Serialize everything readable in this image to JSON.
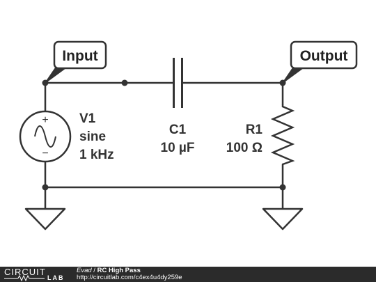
{
  "callouts": {
    "input": "Input",
    "output": "Output"
  },
  "source": {
    "name": "V1",
    "type": "sine",
    "frequency": "1 kHz",
    "plus_symbol": "+",
    "minus_symbol": "−"
  },
  "capacitor": {
    "name": "C1",
    "value": "10 µF"
  },
  "resistor": {
    "name": "R1",
    "value": "100 Ω"
  },
  "footer": {
    "logo_top": "CIRCUIT",
    "logo_bottom": "LAB",
    "author": "Evad",
    "separator": " / ",
    "title": "RC High Pass",
    "url": "http://circuitlab.com/c4ex4u4dy259e",
    "colors": {
      "background": "#2b2b2b",
      "text": "#ffffff"
    }
  },
  "colors": {
    "wire": "#333333",
    "callout_fill": "#ffffff",
    "callout_stroke": "#333333"
  }
}
